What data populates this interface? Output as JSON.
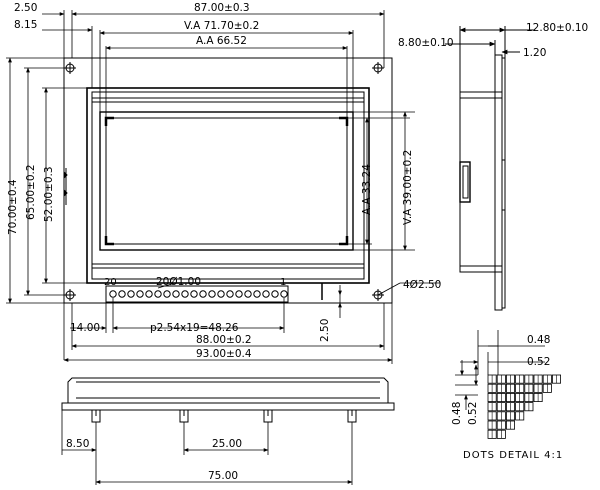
{
  "dimensions": {
    "top_2_50": "2.50",
    "top_8_15": "8.15",
    "width_87": "87.00±0.3",
    "va_71_70": "V.A  71.70±0.2",
    "aa_66_52": "A.A  66.52",
    "height_70": "70.00±0.4",
    "height_65": "65.00±0.2",
    "height_52": "52.00±0.3",
    "aa_33_24": "A.A  33.24",
    "va_39_00": "V.A  39.00±0.2",
    "pin_count_dia": "20Ø1.00",
    "pin_20": "20",
    "pin_1": "1",
    "holes": "4Ø2.50",
    "left_14": "14.00",
    "pitch": "p2.54x19=48.26",
    "bottom_2_50": "2.50",
    "width_88": "88.00±0.2",
    "width_93": "93.00±0.4",
    "side_12_80": "12.80±0.10",
    "side_8_80": "8.80±0.10",
    "side_1_20": "1.20",
    "bottom_8_50": "8.50",
    "bottom_25": "25.00",
    "bottom_75": "75.00",
    "dot_048_h": "0.48",
    "dot_052_h": "0.52",
    "dot_048_v": "0.48",
    "dot_052_v": "0.52"
  },
  "dots_detail_label": "DOTS DETAIL 4:1"
}
